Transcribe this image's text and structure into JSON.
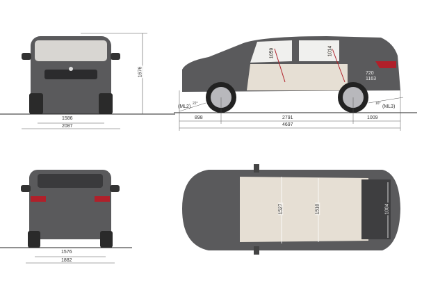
{
  "views": {
    "front": {
      "track_width": "1586",
      "width_mirrors": "2087",
      "height": "1676"
    },
    "side": {
      "front_overhang": "898",
      "wheelbase": "2791",
      "rear_overhang": "1009",
      "length": "4697",
      "approach_label": "(ML2)",
      "approach_angle": "22°",
      "departure_label": "(ML3)",
      "departure_angle": "16°",
      "front_headroom": "1059",
      "rear_headroom": "1014",
      "trunk_a": "720",
      "trunk_b": "1163"
    },
    "rear": {
      "track_width": "1576",
      "width": "1882"
    },
    "top": {
      "front_elbow": "1527",
      "rear_elbow": "1510",
      "trunk_width": "1004"
    }
  },
  "colors": {
    "body": "#5a5a5c",
    "interior": "#e6dfd4",
    "accent": "#b0202a",
    "line": "#555555"
  }
}
